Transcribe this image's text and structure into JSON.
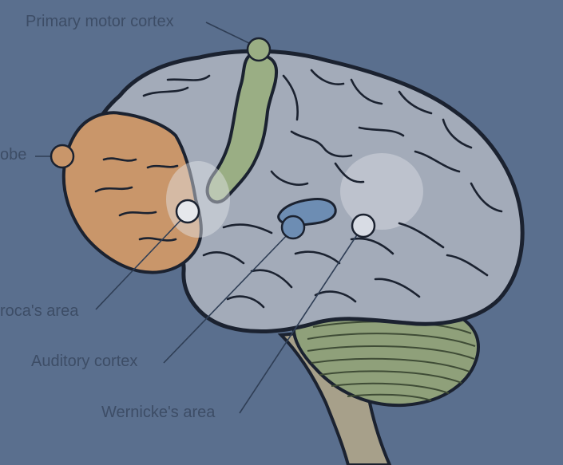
{
  "labels": {
    "primary_motor_cortex": "Primary motor cortex",
    "lobe_partial": "obe",
    "broca_partial": "roca's area",
    "auditory_cortex": "Auditory cortex",
    "wernicke_area": "Wernicke's area"
  },
  "colors": {
    "background": "#5a6f8e",
    "cerebrum": "#a3abb9",
    "frontal_lobe": "#c9966a",
    "motor_cortex": "#9aae84",
    "cerebellum": "#8fa07a",
    "brainstem": "#a7a08a",
    "auditory_region": "#6d8db3",
    "outline": "#1b2230",
    "label_text": "#3d4d66"
  }
}
